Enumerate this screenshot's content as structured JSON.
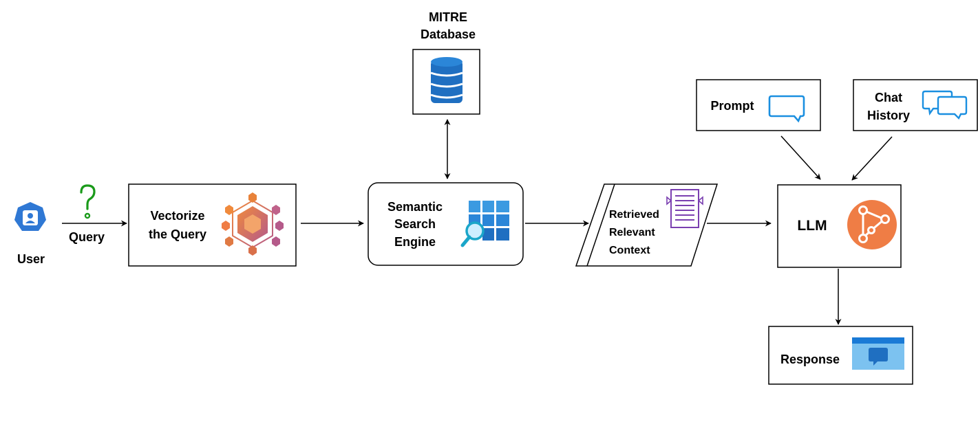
{
  "user": {
    "label": "User"
  },
  "query": {
    "label": "Query"
  },
  "vectorize": {
    "line1": "Vectorize",
    "line2": "the Query"
  },
  "database": {
    "line1": "MITRE",
    "line2": "Database"
  },
  "search": {
    "line1": "Semantic",
    "line2": "Search",
    "line3": "Engine"
  },
  "context": {
    "line1": "Retrieved",
    "line2": "Relevant",
    "line3": "Context"
  },
  "prompt": {
    "label": "Prompt"
  },
  "history": {
    "line1": "Chat",
    "line2": "History"
  },
  "llm": {
    "label": "LLM"
  },
  "response": {
    "label": "Response"
  },
  "colors": {
    "blue": "#1f6fc1",
    "light_blue": "#3b9ae1",
    "orange": "#ef7d45",
    "purple": "#7a3fb0",
    "green": "#1a9a1a"
  },
  "icons": [
    "user-icon",
    "question-mark-icon",
    "vector-hexagon-icon",
    "database-icon",
    "grid-search-icon",
    "document-icon",
    "chat-bubble-icon",
    "chat-bubbles-icon",
    "llm-network-icon",
    "response-window-icon"
  ]
}
